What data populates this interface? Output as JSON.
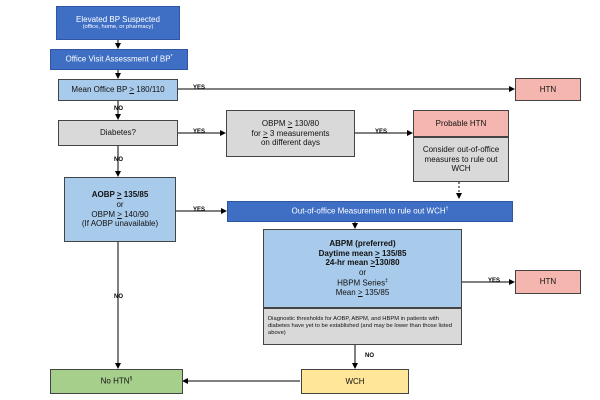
{
  "nodes": {
    "elevated": {
      "title": "Elevated BP Suspected",
      "subtitle": "(office, home, or pharmacy)"
    },
    "office_visit": {
      "text": "Office Visit Assessment of BP",
      "mark": "*"
    },
    "mean_office": {
      "prefix": "Mean Office BP ",
      "ge": ">",
      "value": " 180/110"
    },
    "diabetes": {
      "text": "Diabetes?"
    },
    "obpm": {
      "line1_prefix": "OBPM ",
      "line1_ge": ">",
      "line1_value": " 130/80",
      "line2_prefix": "for ",
      "line2_ge": ">",
      "line2_value": " 3 measurements",
      "line3": "on different days"
    },
    "probable_htn": {
      "title": "Probable HTN",
      "body": "Consider out-of-office measures to rule out WCH"
    },
    "htn_top": {
      "text": "HTN"
    },
    "aobp": {
      "line1_prefix": "AOBP ",
      "line1_ge": ">",
      "line1_value": " 135/85",
      "line2": "or",
      "line3_prefix": "OBPM ",
      "line3_ge": ">",
      "line3_value": " 140/90",
      "line4": "(If AOBP unavailable)"
    },
    "out_of_office": {
      "text": "Out-of-office Measurement to rule out WCH",
      "mark": "†"
    },
    "abpm": {
      "title": "ABPM (preferred)",
      "day_prefix": "Daytime mean ",
      "day_ge": ">",
      "day_value": " 135/85",
      "h24_prefix": "24-hr mean ",
      "h24_ge": ">",
      "h24_value": "130/80",
      "or": "or",
      "hbpm": "HBPM Series",
      "hbpm_mark": "‡",
      "mean_prefix": "Mean ",
      "mean_ge": ">",
      "mean_value": " 135/85",
      "note": "Diagnostic thresholds for AOBP, ABPM, and HBPM in patients with diabetes have yet to be established (and may be lower than those listed above)"
    },
    "htn_right": {
      "text": "HTN"
    },
    "wch": {
      "text": "WCH"
    },
    "no_htn": {
      "text": "No HTN",
      "mark": "§"
    }
  },
  "edge_labels": {
    "yes_mean": "YES",
    "no_mean": "NO",
    "yes_diabetes": "YES",
    "yes_obpm": "YES",
    "no_diabetes": "NO",
    "yes_aobp": "YES",
    "no_aobp": "NO",
    "yes_abpm": "YES",
    "no_abpm": "NO"
  },
  "colors": {
    "dark_blue": "#3e6fc4",
    "light_blue": "#a9cbeb",
    "gray": "#d9d9d9",
    "pink": "#f4b6ae",
    "green": "#a6cf8b",
    "yellow": "#ffe699"
  }
}
